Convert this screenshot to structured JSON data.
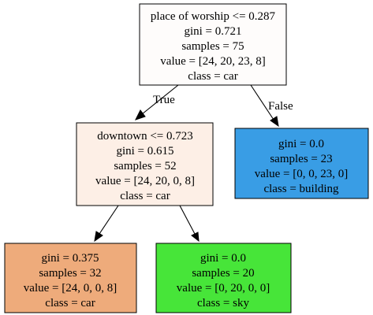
{
  "tree": {
    "nodes": {
      "root": {
        "lines": [
          "place of worship <= 0.287",
          "gini = 0.721",
          "samples = 75",
          "value = [24, 20, 23, 8]",
          "class = car"
        ],
        "fill": "#fefcfb"
      },
      "downtown": {
        "lines": [
          "downtown <= 0.723",
          "gini = 0.615",
          "samples = 52",
          "value = [24, 20, 0, 8]",
          "class = car"
        ],
        "fill": "#fdefe6"
      },
      "building": {
        "lines": [
          "gini = 0.0",
          "samples = 23",
          "value = [0, 0, 23, 0]",
          "class = building"
        ],
        "fill": "#399de5"
      },
      "car": {
        "lines": [
          "gini = 0.375",
          "samples = 32",
          "value = [24, 0, 0, 8]",
          "class = car"
        ],
        "fill": "#eeab7b"
      },
      "sky": {
        "lines": [
          "gini = 0.0",
          "samples = 20",
          "value = [0, 20, 0, 0]",
          "class = sky"
        ],
        "fill": "#47e539"
      }
    },
    "edge_labels": {
      "true": "True",
      "false": "False"
    }
  }
}
